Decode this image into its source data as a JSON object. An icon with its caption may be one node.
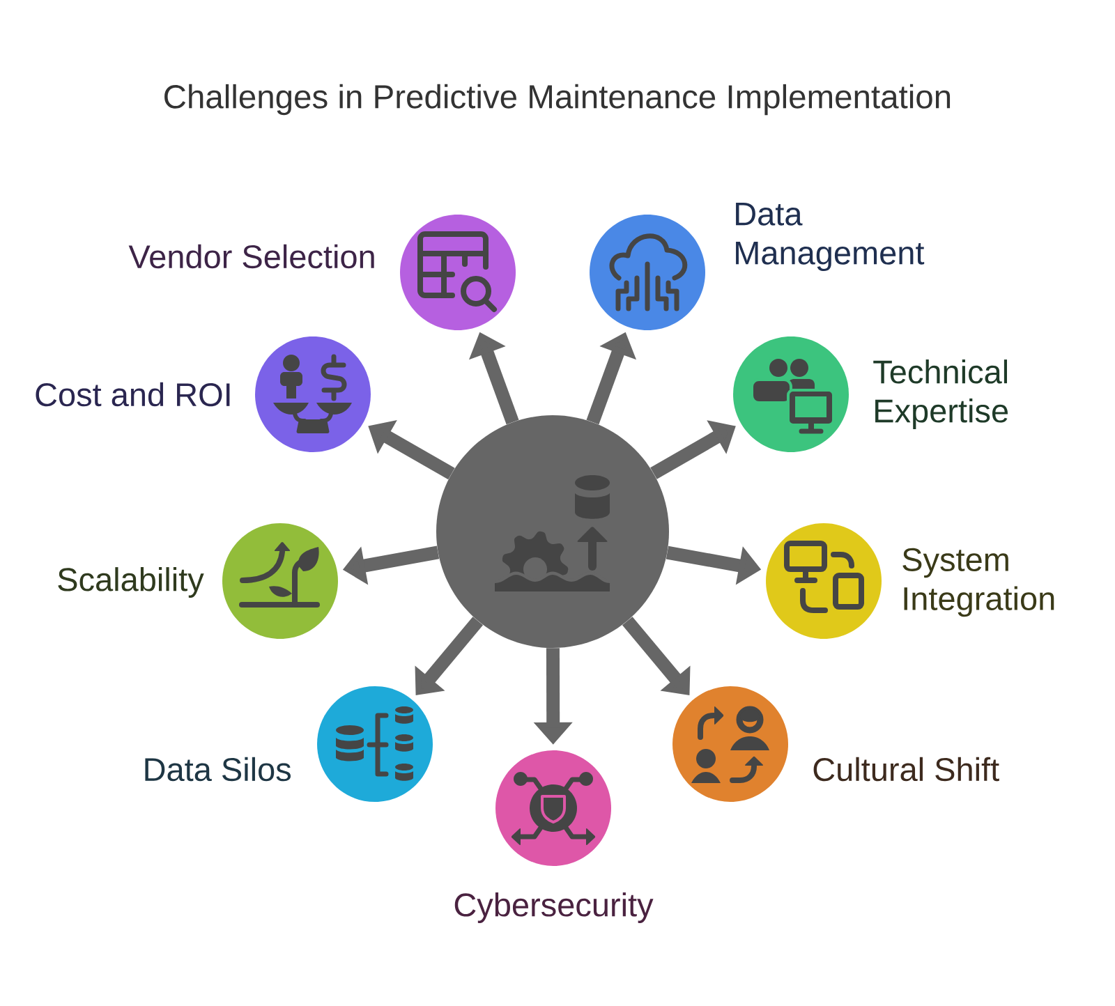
{
  "diagram": {
    "title": "Challenges in Predictive Maintenance Implementation",
    "nodes": [
      {
        "text": [
          "Vendor Selection"
        ]
      },
      {
        "text": [
          "Data Management"
        ]
      },
      {
        "text": [
          "Cost and ROI"
        ]
      },
      {
        "text": [
          "Technical Expertise"
        ]
      },
      {
        "text": [],
        "shape": "circle"
      },
      {
        "text": [
          "Scalability"
        ]
      },
      {
        "text": [
          "System Integration"
        ]
      },
      {
        "text": [
          "Data Silos"
        ]
      },
      {
        "text": [
          "Cultural Shift"
        ]
      },
      {
        "text": [
          "Cybersecurity"
        ]
      }
    ],
    "edges": [
      {
        "from": 4,
        "to": 0,
        "arrow": "to"
      },
      {
        "from": 4,
        "to": 1,
        "arrow": "to"
      },
      {
        "from": 4,
        "to": 3,
        "arrow": "to"
      },
      {
        "from": 4,
        "to": 6,
        "arrow": "to"
      },
      {
        "from": 4,
        "to": 8,
        "arrow": "to"
      },
      {
        "from": 4,
        "to": 9,
        "arrow": "to"
      },
      {
        "from": 4,
        "to": 7,
        "arrow": "to"
      },
      {
        "from": 4,
        "to": 5,
        "arrow": "to"
      },
      {
        "from": 4,
        "to": 2,
        "arrow": "to"
      }
    ]
  }
}
